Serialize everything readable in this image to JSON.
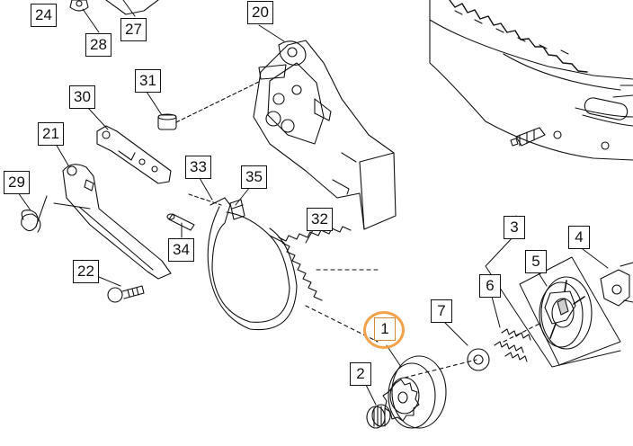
{
  "diagram": {
    "highlight_color": "#f2a24b",
    "callouts": [
      {
        "id": "1",
        "label": "1",
        "highlighted": true
      },
      {
        "id": "2",
        "label": "2"
      },
      {
        "id": "3",
        "label": "3"
      },
      {
        "id": "4",
        "label": "4"
      },
      {
        "id": "5",
        "label": "5"
      },
      {
        "id": "6",
        "label": "6"
      },
      {
        "id": "7",
        "label": "7"
      },
      {
        "id": "20",
        "label": "20"
      },
      {
        "id": "21",
        "label": "21"
      },
      {
        "id": "22",
        "label": "22"
      },
      {
        "id": "24",
        "label": "24"
      },
      {
        "id": "27",
        "label": "27"
      },
      {
        "id": "28",
        "label": "28"
      },
      {
        "id": "29",
        "label": "29"
      },
      {
        "id": "30",
        "label": "30"
      },
      {
        "id": "31",
        "label": "31"
      },
      {
        "id": "32",
        "label": "32"
      },
      {
        "id": "33",
        "label": "33"
      },
      {
        "id": "34",
        "label": "34"
      },
      {
        "id": "35",
        "label": "35"
      }
    ]
  }
}
